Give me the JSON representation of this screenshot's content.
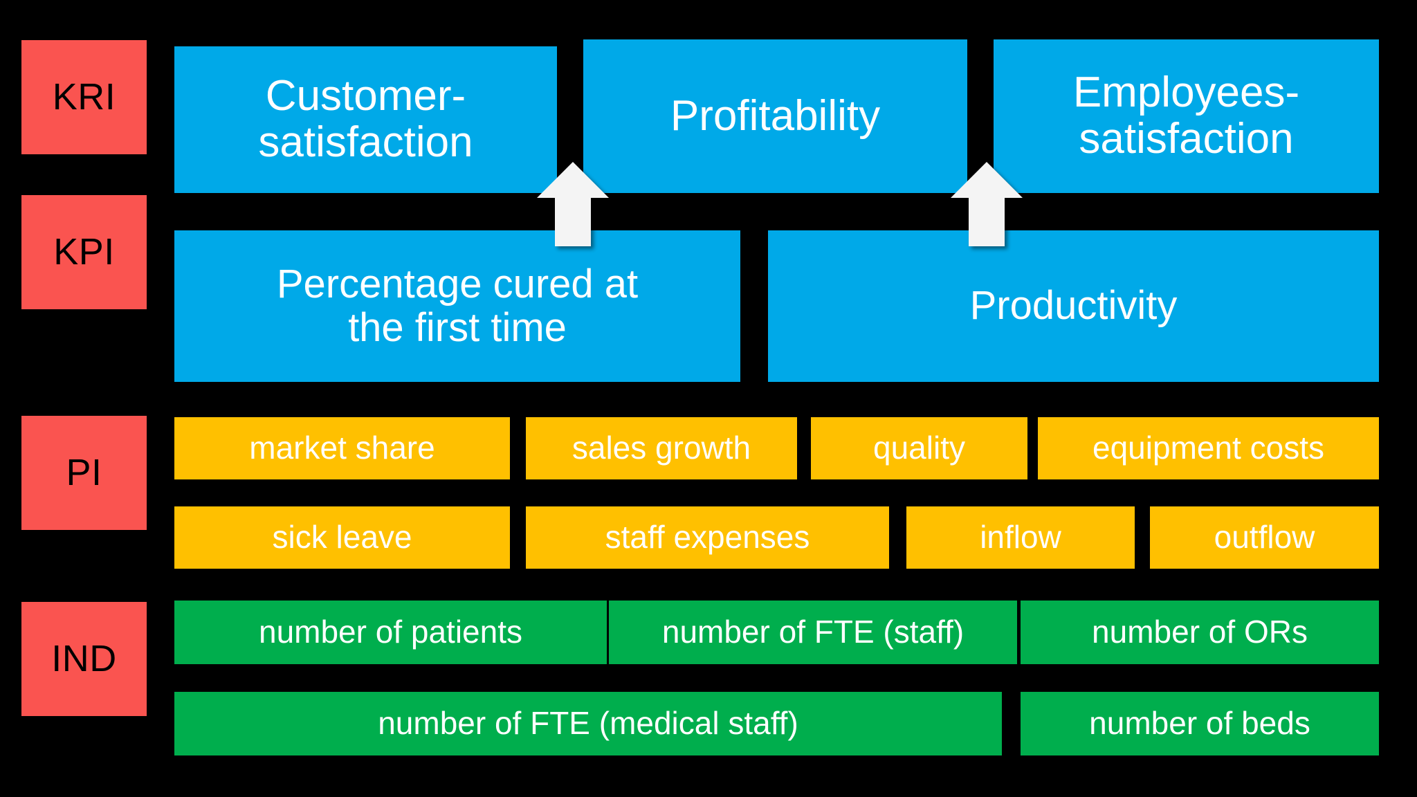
{
  "diagram": {
    "title": "KRI / KPI / PI / IND performance measure hierarchy",
    "background_color": "#000000",
    "colors": {
      "category": "#fa5450",
      "tier_top": "#00a9e8",
      "tier_pi": "#ffc000",
      "tier_ind": "#00ae4d",
      "text_on_category": "#000000",
      "text_on_tier": "#ffffff",
      "arrow": "#f2f2f2"
    },
    "categories": [
      {
        "id": "kri",
        "label": "KRI"
      },
      {
        "id": "kpi",
        "label": "KPI"
      },
      {
        "id": "pi",
        "label": "PI"
      },
      {
        "id": "ind",
        "label": "IND"
      }
    ],
    "rows": {
      "kri": [
        {
          "label": "Customer-\nsatisfaction"
        },
        {
          "label": "Profitability"
        },
        {
          "label": "Employees-\nsatisfaction"
        }
      ],
      "kpi": [
        {
          "label": "Percentage cured at\nthe first time"
        },
        {
          "label": "Productivity"
        }
      ],
      "pi_row1": [
        {
          "label": "market share"
        },
        {
          "label": "sales growth"
        },
        {
          "label": "quality"
        },
        {
          "label": "equipment costs"
        }
      ],
      "pi_row2": [
        {
          "label": "sick leave"
        },
        {
          "label": "staff expenses"
        },
        {
          "label": "inflow"
        },
        {
          "label": "outflow"
        }
      ],
      "ind_row1": [
        {
          "label": "number of patients"
        },
        {
          "label": "number of FTE (staff)"
        },
        {
          "label": "number of ORs"
        }
      ],
      "ind_row2": [
        {
          "label": "number of FTE (medical staff)"
        },
        {
          "label": "number of beds"
        }
      ]
    },
    "arrows": [
      {
        "id": "arrow-kpi-to-customer-satisfaction",
        "direction": "up"
      },
      {
        "id": "arrow-productivity-to-employees-satisfaction",
        "direction": "up"
      }
    ]
  }
}
